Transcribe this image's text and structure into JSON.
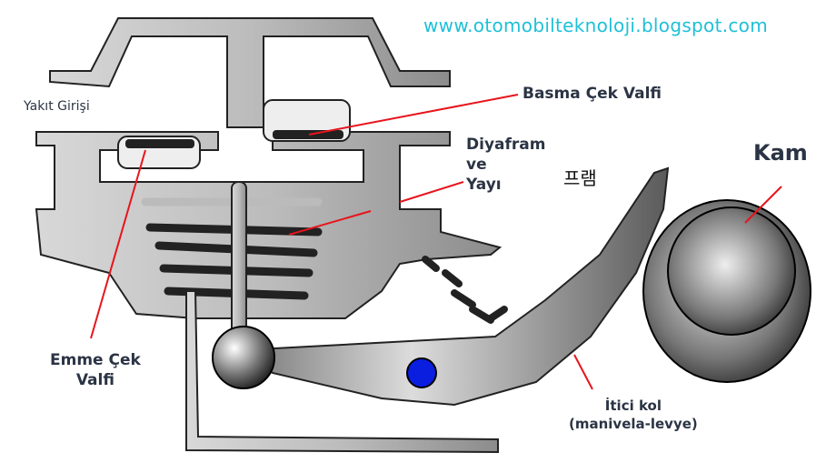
{
  "website": "www.otomobilteknoloji.blogspot.com",
  "labels": {
    "fuel_inlet": "Yakıt Girişi",
    "delivery_check_valve": "Basma Çek Valfi",
    "diaphragm_line1": "Diyafram",
    "diaphragm_line2": "ve",
    "diaphragm_line3": "Yayı",
    "cam": "Kam",
    "korean_text": "프램",
    "suction_line1": "Emme Çek",
    "suction_line2": "Valfi",
    "lever_line1": "İtici kol",
    "lever_line2": "(manivela-levye)"
  },
  "colors": {
    "leader_line": "#e8141c",
    "pivot": "#0a1ee0",
    "url": "#1fc0d8"
  }
}
